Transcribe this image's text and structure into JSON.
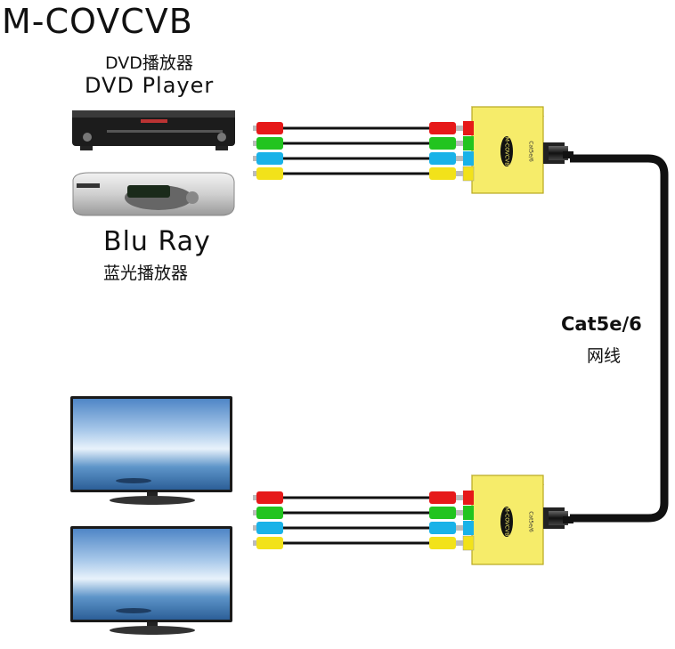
{
  "title": "M-COVCVB",
  "sources": {
    "dvd": {
      "label_cn": "DVD播放器",
      "label_en": "DVD Player"
    },
    "bluray": {
      "label_cn": "蓝光播放器",
      "label_en": "Blu Ray"
    }
  },
  "cable": {
    "label_en": "Cat5e/6",
    "label_cn": "网线"
  },
  "device_labels": {
    "brand": "M-COVCVB",
    "port": "Cat5e/6"
  },
  "colors": {
    "box": "#f6ec6a",
    "red": "#e61919",
    "green": "#22c41f",
    "blue": "#19b2e8",
    "yellow": "#f2e21a",
    "cable": "#111111"
  }
}
